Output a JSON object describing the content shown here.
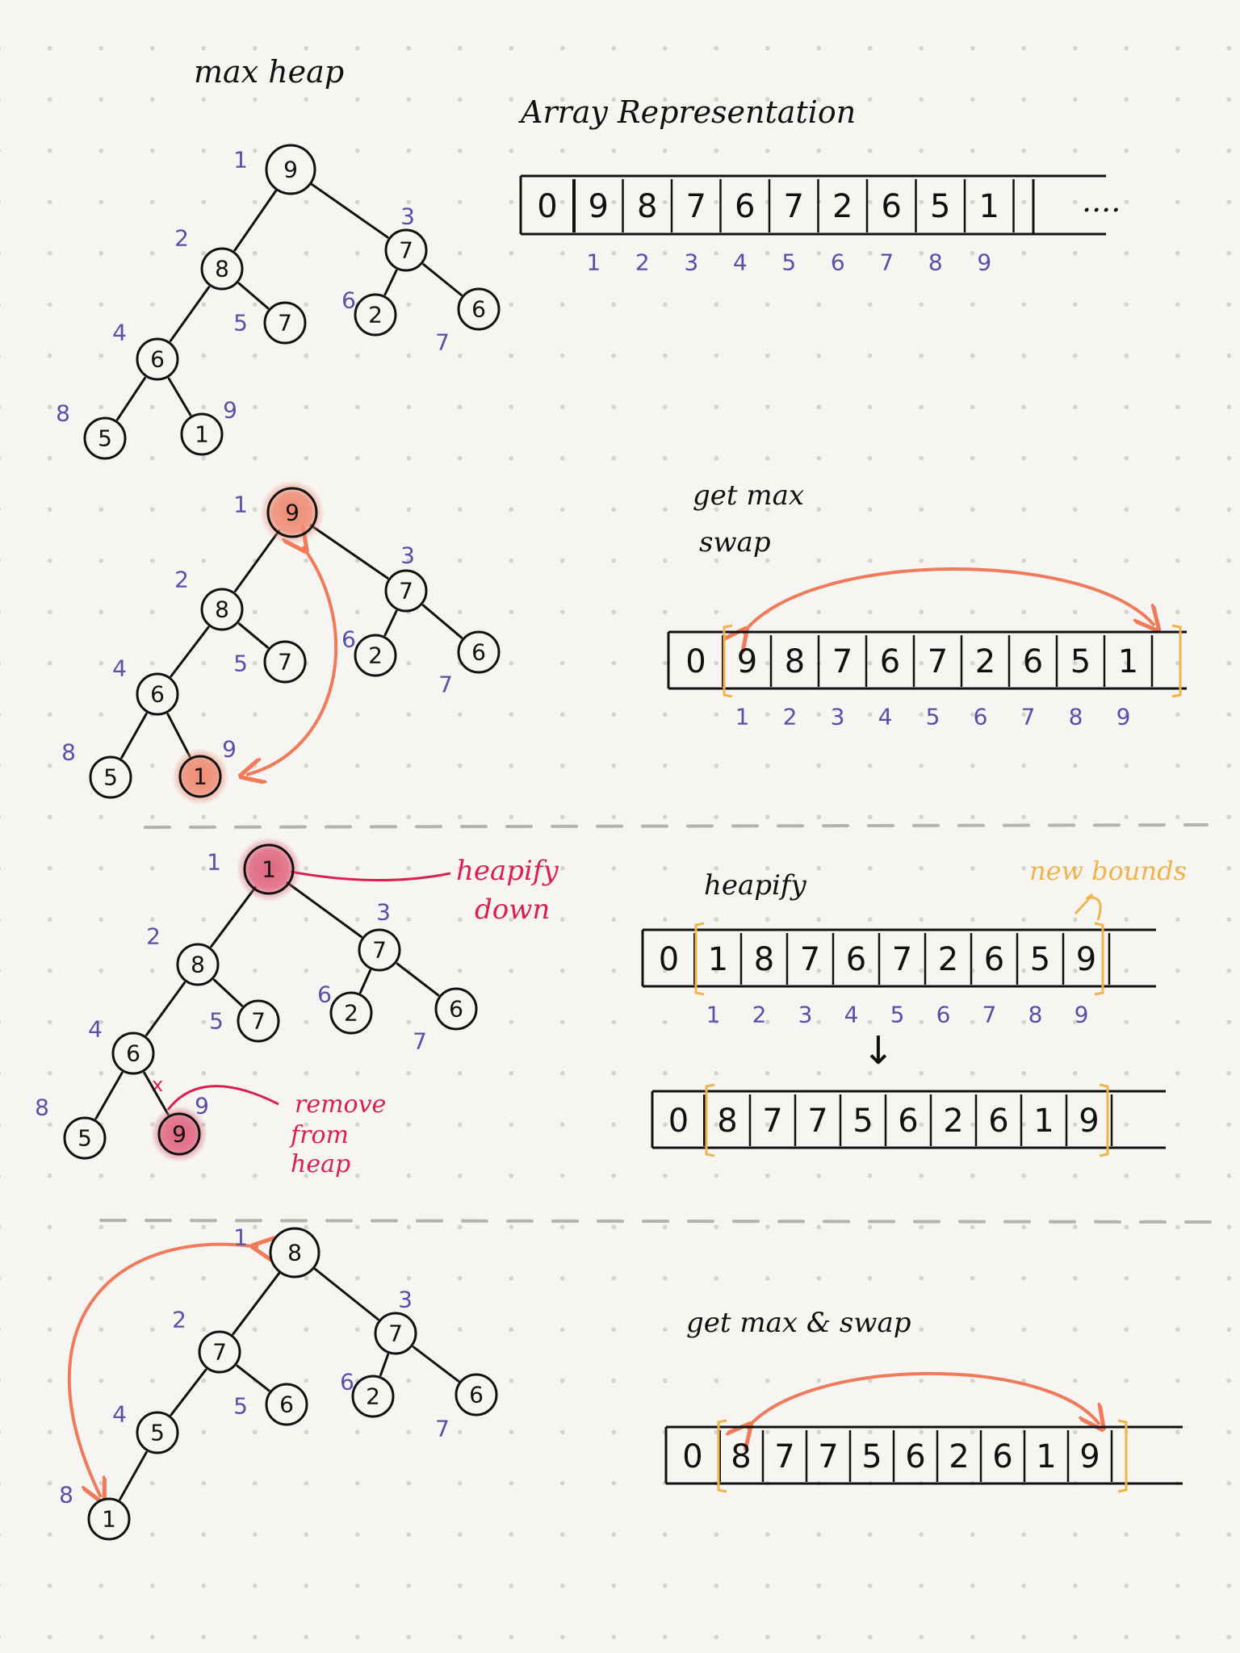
{
  "title": "max heap",
  "array_title": "Array Representation",
  "ellipsis": "....",
  "colors": {
    "ink": "#111111",
    "index": "#5a4fa8",
    "highlight": "#ee8b74",
    "highlight_pink": "#e06680",
    "arrow": "#f07a5a",
    "annotation": "#d9204e",
    "bounds": "#f0b44a"
  },
  "sections": [
    {
      "id": "s1",
      "note_lines": [],
      "tree": {
        "nodes": [
          {
            "value": "9",
            "index": "1"
          },
          {
            "value": "8",
            "index": "2"
          },
          {
            "value": "7",
            "index": "3"
          },
          {
            "value": "6",
            "index": "4"
          },
          {
            "value": "7",
            "index": "5"
          },
          {
            "value": "2",
            "index": "6"
          },
          {
            "value": "6",
            "index": "7"
          },
          {
            "value": "5",
            "index": "8"
          },
          {
            "value": "1",
            "index": "9"
          }
        ]
      },
      "array": {
        "cells": [
          "0",
          "9",
          "8",
          "7",
          "6",
          "7",
          "2",
          "6",
          "5",
          "1"
        ],
        "indices": [
          "1",
          "2",
          "3",
          "4",
          "5",
          "6",
          "7",
          "8",
          "9"
        ]
      }
    },
    {
      "id": "s2",
      "note_lines": [
        "get max",
        "swap"
      ],
      "tree": {
        "nodes": [
          {
            "value": "9",
            "index": "1"
          },
          {
            "value": "8",
            "index": "2"
          },
          {
            "value": "7",
            "index": "3"
          },
          {
            "value": "6",
            "index": "4"
          },
          {
            "value": "7",
            "index": "5"
          },
          {
            "value": "2",
            "index": "6"
          },
          {
            "value": "6",
            "index": "7"
          },
          {
            "value": "5",
            "index": "8"
          },
          {
            "value": "1",
            "index": "9"
          }
        ]
      },
      "array": {
        "cells": [
          "0",
          "9",
          "8",
          "7",
          "6",
          "7",
          "2",
          "6",
          "5",
          "1"
        ],
        "indices": [
          "1",
          "2",
          "3",
          "4",
          "5",
          "6",
          "7",
          "8",
          "9"
        ]
      }
    },
    {
      "id": "s3",
      "note_lines": [
        "heapify"
      ],
      "heapify_label": [
        "heapify",
        "down"
      ],
      "remove_label": [
        "remove",
        "from",
        "heap"
      ],
      "bounds_label": "new bounds",
      "tree": {
        "nodes": [
          {
            "value": "1",
            "index": "1"
          },
          {
            "value": "8",
            "index": "2"
          },
          {
            "value": "7",
            "index": "3"
          },
          {
            "value": "6",
            "index": "4"
          },
          {
            "value": "7",
            "index": "5"
          },
          {
            "value": "2",
            "index": "6"
          },
          {
            "value": "6",
            "index": "7"
          },
          {
            "value": "5",
            "index": "8"
          },
          {
            "value": "9",
            "index": "9"
          }
        ]
      },
      "array": {
        "cells": [
          "0",
          "1",
          "8",
          "7",
          "6",
          "7",
          "2",
          "6",
          "5",
          "9"
        ],
        "indices": [
          "1",
          "2",
          "3",
          "4",
          "5",
          "6",
          "7",
          "8",
          "9"
        ]
      },
      "down_arrow": "↓",
      "array_after": {
        "cells": [
          "0",
          "8",
          "7",
          "7",
          "5",
          "6",
          "2",
          "6",
          "1",
          "9"
        ]
      }
    },
    {
      "id": "s4",
      "note_lines": [
        "get max & swap"
      ],
      "tree": {
        "nodes": [
          {
            "value": "8",
            "index": "1"
          },
          {
            "value": "7",
            "index": "2"
          },
          {
            "value": "7",
            "index": "3"
          },
          {
            "value": "5",
            "index": "4"
          },
          {
            "value": "6",
            "index": "5"
          },
          {
            "value": "2",
            "index": "6"
          },
          {
            "value": "6",
            "index": "7"
          },
          {
            "value": "1",
            "index": "8"
          }
        ]
      },
      "array": {
        "cells": [
          "0",
          "8",
          "7",
          "7",
          "5",
          "6",
          "2",
          "6",
          "1",
          "9"
        ]
      }
    }
  ]
}
